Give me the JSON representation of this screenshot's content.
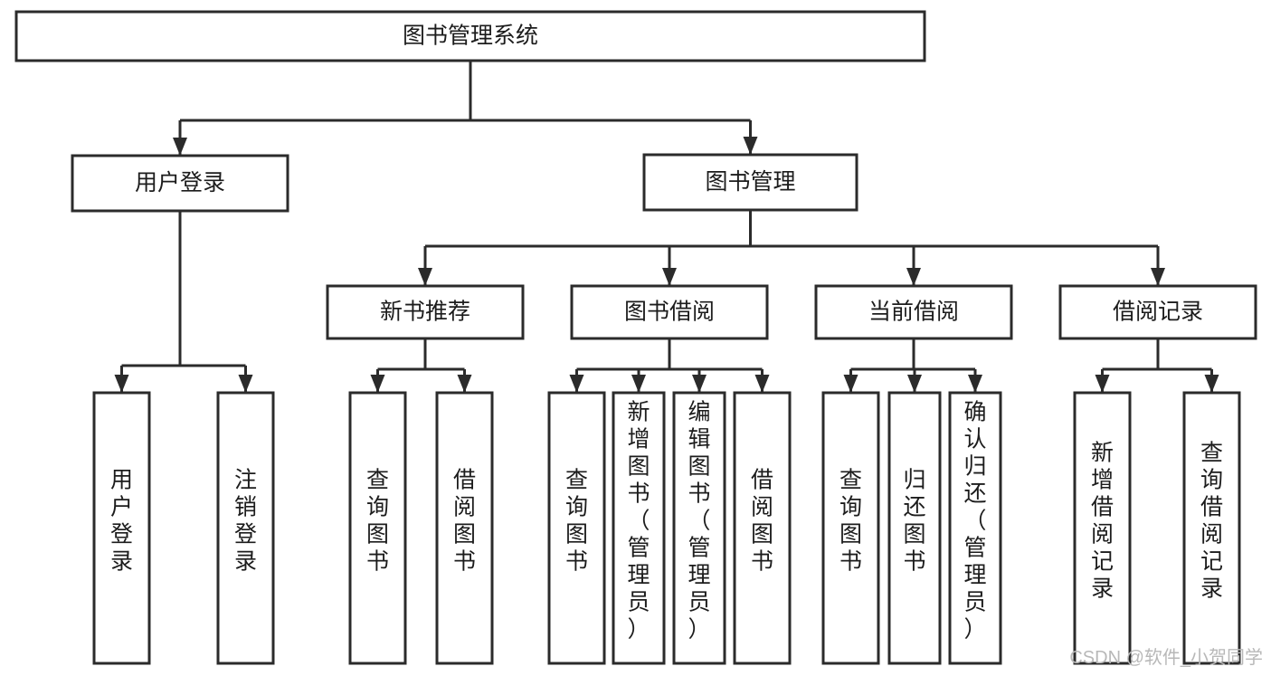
{
  "diagram": {
    "type": "tree",
    "title": "图书管理系统",
    "orientation": "top-down",
    "watermark": "CSDN @软件_小贺同学",
    "colors": {
      "background": "#ffffff",
      "box_fill": "#ffffff",
      "box_stroke": "#2b2b2b",
      "text": "#1c1c1c",
      "watermark": "#b8b8b8"
    },
    "nodes": {
      "root": {
        "label": "图书管理系统",
        "level": 0,
        "text_orientation": "horizontal"
      },
      "user_login": {
        "label": "用户登录",
        "level": 1,
        "text_orientation": "horizontal"
      },
      "book_manage": {
        "label": "图书管理",
        "level": 1,
        "text_orientation": "horizontal"
      },
      "new_book_rec": {
        "label": "新书推荐",
        "level": 2,
        "text_orientation": "horizontal"
      },
      "book_borrow": {
        "label": "图书借阅",
        "level": 2,
        "text_orientation": "horizontal"
      },
      "current_borrow": {
        "label": "当前借阅",
        "level": 2,
        "text_orientation": "horizontal"
      },
      "borrow_record": {
        "label": "借阅记录",
        "level": 2,
        "text_orientation": "horizontal"
      },
      "leaf_user_login": {
        "label": "用户登录",
        "level": 3,
        "text_orientation": "vertical"
      },
      "leaf_logout": {
        "label": "注销登录",
        "level": 3,
        "text_orientation": "vertical"
      },
      "leaf_query_book_1": {
        "label": "查询图书",
        "level": 3,
        "text_orientation": "vertical"
      },
      "leaf_borrow_book_1": {
        "label": "借阅图书",
        "level": 3,
        "text_orientation": "vertical"
      },
      "leaf_query_book_2": {
        "label": "查询图书",
        "level": 3,
        "text_orientation": "vertical"
      },
      "leaf_add_book": {
        "label": "新增图书（管理员）",
        "level": 3,
        "text_orientation": "vertical"
      },
      "leaf_edit_book": {
        "label": "编辑图书（管理员）",
        "level": 3,
        "text_orientation": "vertical"
      },
      "leaf_borrow_book_2": {
        "label": "借阅图书",
        "level": 3,
        "text_orientation": "vertical"
      },
      "leaf_query_book_3": {
        "label": "查询图书",
        "level": 3,
        "text_orientation": "vertical"
      },
      "leaf_return_book": {
        "label": "归还图书",
        "level": 3,
        "text_orientation": "vertical"
      },
      "leaf_confirm_return": {
        "label": "确认归还（管理员）",
        "level": 3,
        "text_orientation": "vertical"
      },
      "leaf_add_record": {
        "label": "新增借阅记录",
        "level": 3,
        "text_orientation": "vertical"
      },
      "leaf_query_record": {
        "label": "查询借阅记录",
        "level": 3,
        "text_orientation": "vertical"
      }
    },
    "edges": [
      {
        "from": "root",
        "to": "user_login"
      },
      {
        "from": "root",
        "to": "book_manage"
      },
      {
        "from": "user_login",
        "to": "leaf_user_login"
      },
      {
        "from": "user_login",
        "to": "leaf_logout"
      },
      {
        "from": "book_manage",
        "to": "new_book_rec"
      },
      {
        "from": "book_manage",
        "to": "book_borrow"
      },
      {
        "from": "book_manage",
        "to": "current_borrow"
      },
      {
        "from": "book_manage",
        "to": "borrow_record"
      },
      {
        "from": "new_book_rec",
        "to": "leaf_query_book_1"
      },
      {
        "from": "new_book_rec",
        "to": "leaf_borrow_book_1"
      },
      {
        "from": "book_borrow",
        "to": "leaf_query_book_2"
      },
      {
        "from": "book_borrow",
        "to": "leaf_add_book"
      },
      {
        "from": "book_borrow",
        "to": "leaf_edit_book"
      },
      {
        "from": "book_borrow",
        "to": "leaf_borrow_book_2"
      },
      {
        "from": "current_borrow",
        "to": "leaf_query_book_3"
      },
      {
        "from": "current_borrow",
        "to": "leaf_return_book"
      },
      {
        "from": "current_borrow",
        "to": "leaf_confirm_return"
      },
      {
        "from": "borrow_record",
        "to": "leaf_add_record"
      },
      {
        "from": "borrow_record",
        "to": "leaf_query_record"
      }
    ]
  }
}
